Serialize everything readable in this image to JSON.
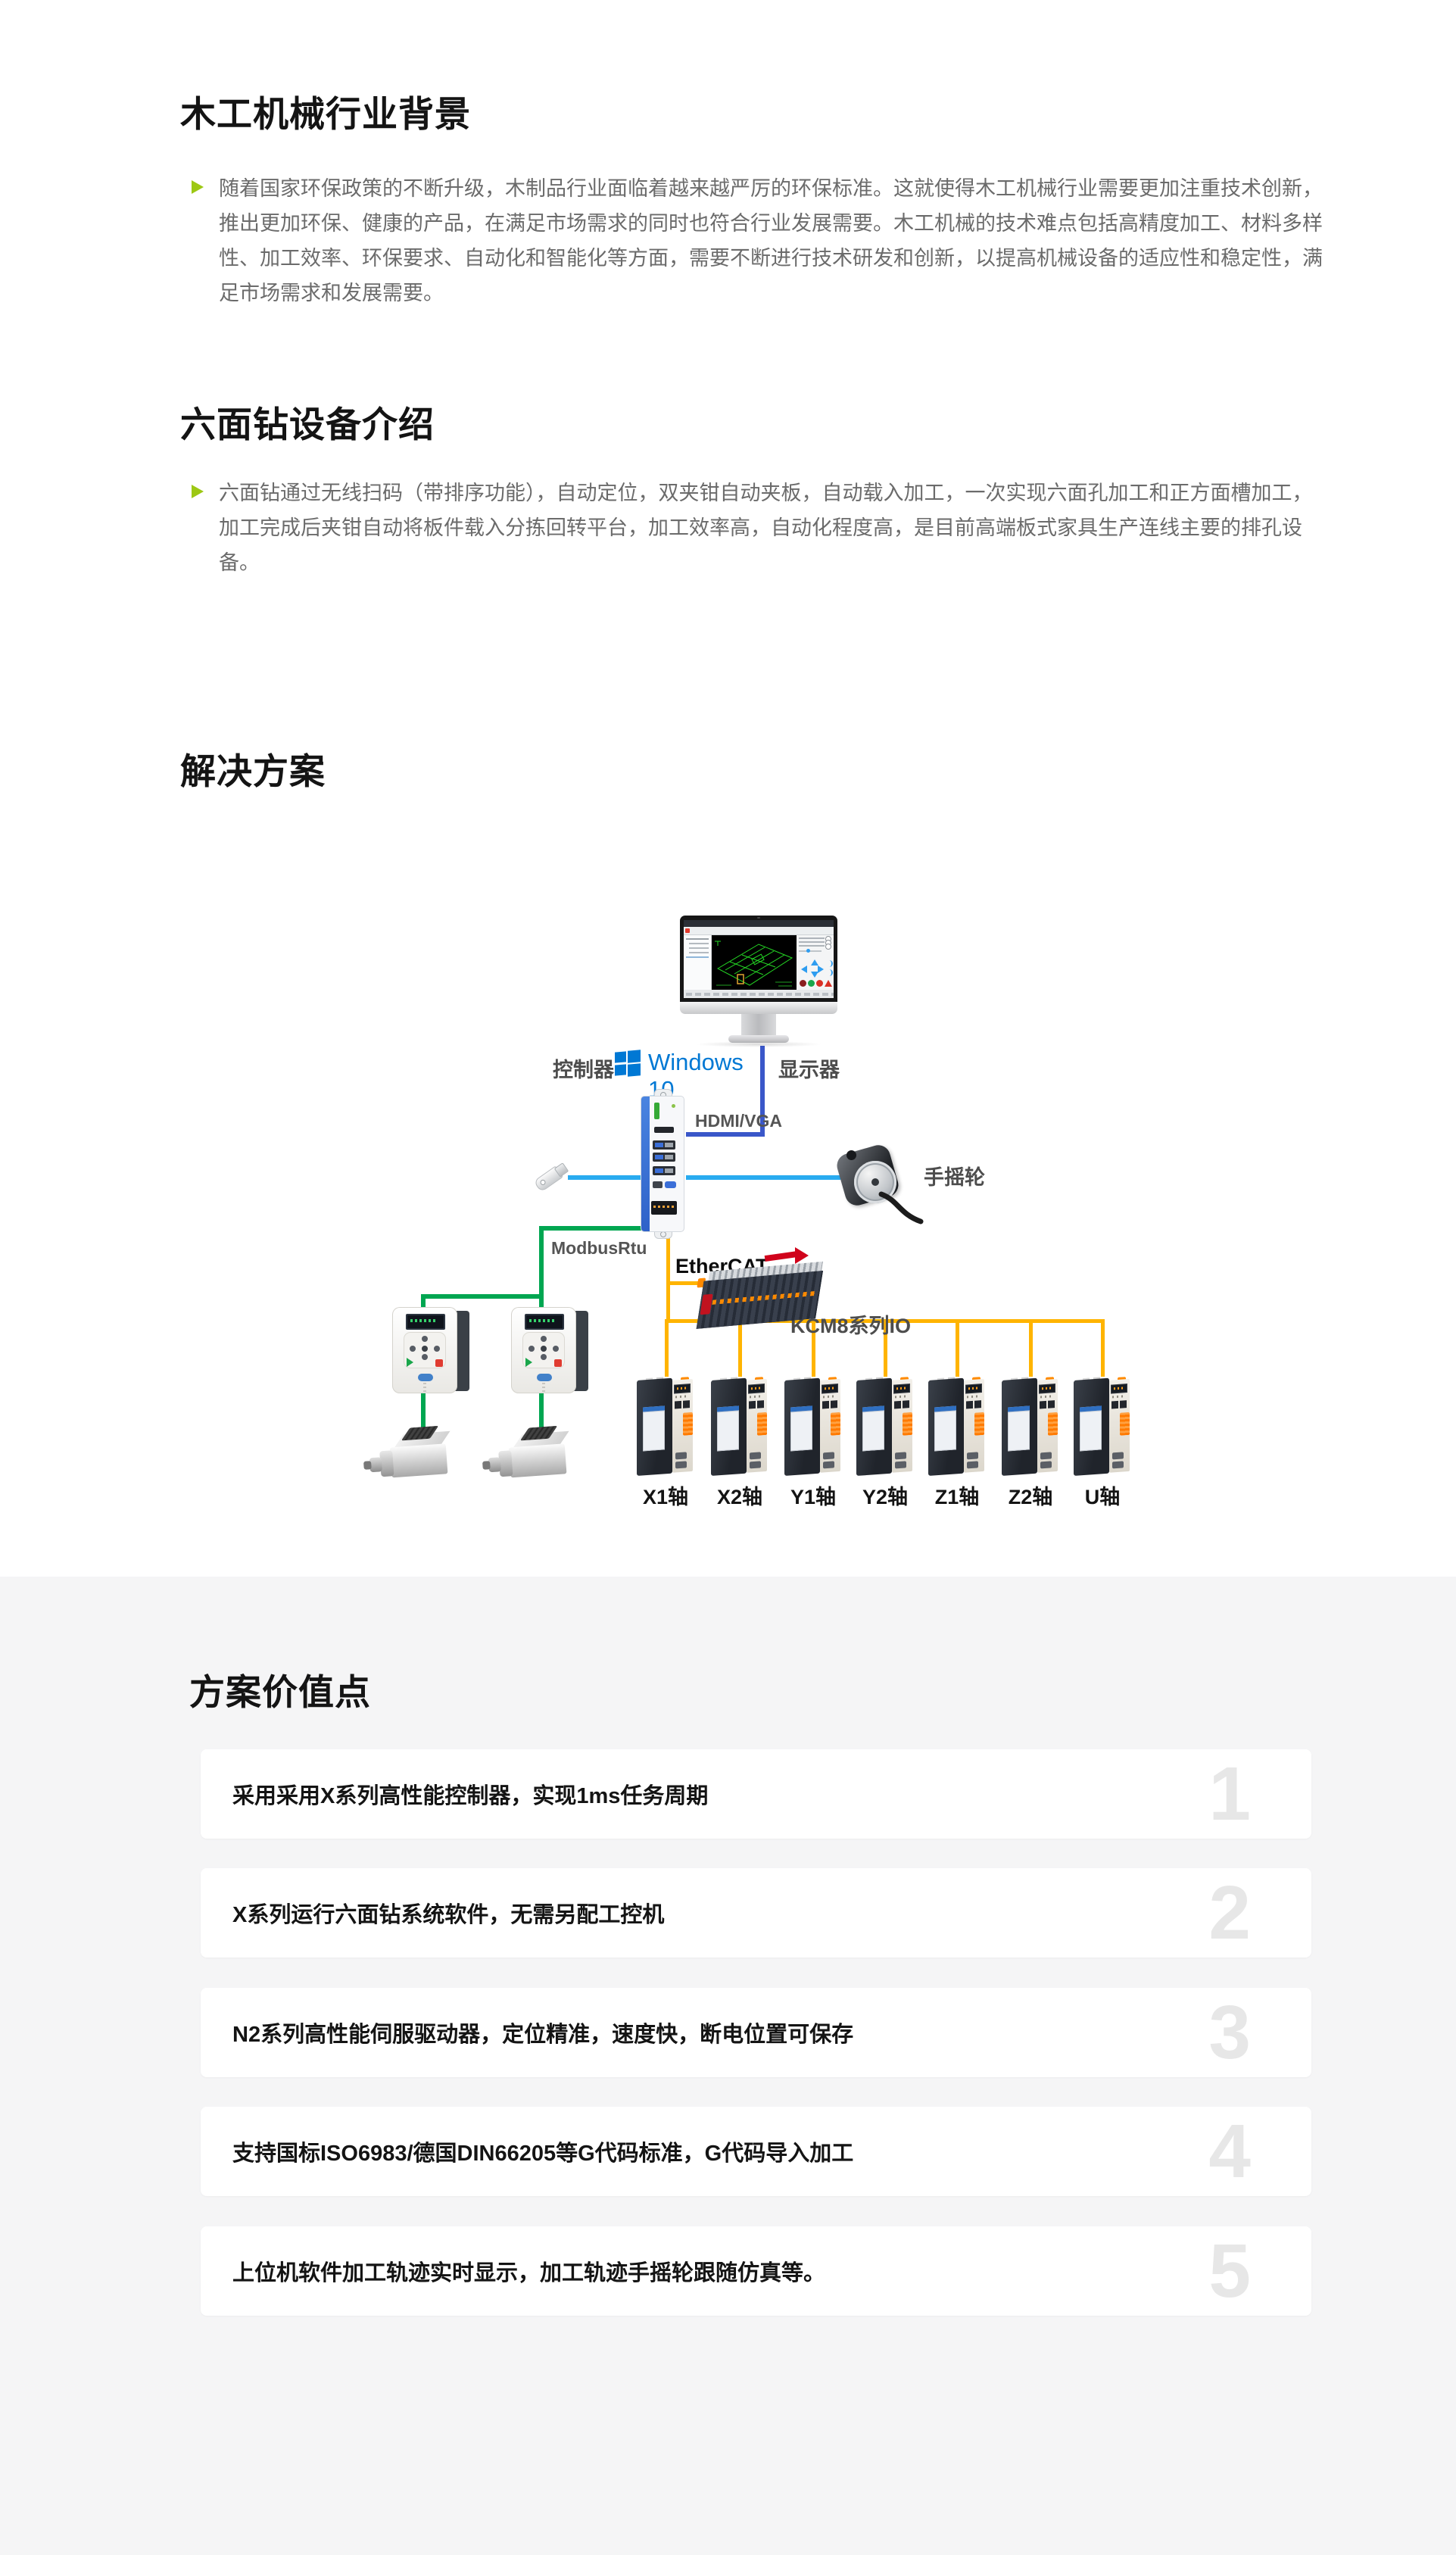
{
  "page": {
    "background": "#ffffff",
    "value_section_background": "#f5f5f6",
    "accent_green": "#9dc814",
    "cable_colors": {
      "hdmi_royal_blue": "#3a57c9",
      "usb_sky_blue": "#29abf0",
      "modbus_green": "#00a651",
      "ethercat_yellow": "#ffb400"
    }
  },
  "sections": {
    "industry": {
      "title": "木工机械行业背景",
      "paragraph": "随着国家环保政策的不断升级，木制品行业面临着越来越严厉的环保标准。这就使得木工机械行业需要更加注重技术创新，推出更加环保、健康的产品，在满足市场需求的同时也符合行业发展需要。木工机械的技术难点包括高精度加工、材料多样性、加工效率、环保要求、自动化和智能化等方面，需要不断进行技术研发和创新，以提高机械设备的适应性和稳定性，满足市场需求和发展需要。"
    },
    "device": {
      "title": "六面钻设备介绍",
      "paragraph": "六面钻通过无线扫码（带排序功能），自动定位，双夹钳自动夹板，自动载入加工，一次实现六面孔加工和正方面槽加工，加工完成后夹钳自动将板件载入分拣回转平台，加工效率高，自动化程度高，是目前高端板式家具生产连线主要的排孔设备。"
    },
    "solution": {
      "title": "解决方案",
      "diagram": {
        "labels": {
          "controller": "控制器",
          "os": "Windows 10",
          "monitor": "显示器",
          "hdmi": "HDMI/VGA",
          "handwheel": "手摇轮",
          "modbus": "ModbusRtu",
          "ethercat": "EtherCAT.",
          "io": "KCM8系列IO"
        },
        "axes": [
          "X1轴",
          "X2轴",
          "Y1轴",
          "Y2轴",
          "Z1轴",
          "Z2轴",
          "U轴"
        ]
      }
    },
    "value": {
      "title": "方案价值点",
      "points": [
        {
          "num": "1",
          "text": "采用采用X系列高性能控制器，实现1ms任务周期"
        },
        {
          "num": "2",
          "text": "X系列运行六面钻系统软件，无需另配工控机"
        },
        {
          "num": "3",
          "text": "N2系列高性能伺服驱动器，定位精准，速度快，断电位置可保存"
        },
        {
          "num": "4",
          "text": "支持国标ISO6983/德国DIN66205等G代码标准，G代码导入加工"
        },
        {
          "num": "5",
          "text": "上位机软件加工轨迹实时显示，加工轨迹手摇轮跟随仿真等。"
        }
      ]
    }
  }
}
